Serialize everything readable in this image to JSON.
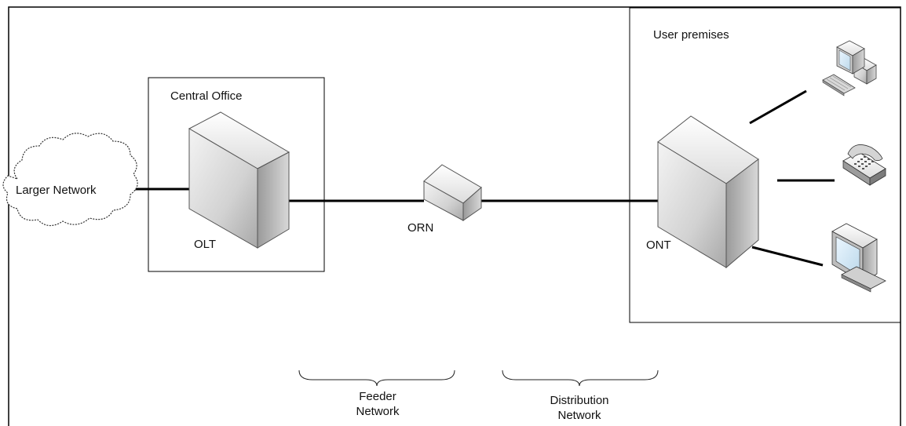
{
  "labels": {
    "larger_network": "Larger Network",
    "central_office": "Central Office",
    "olt": "OLT",
    "orn": "ORN",
    "ont": "ONT",
    "user_premises": "User premises",
    "feeder_network_line1": "Feeder",
    "feeder_network_line2": "Network",
    "distribution_network_line1": "Distribution",
    "distribution_network_line2": "Network"
  },
  "icons": {
    "cloud": "cloud-icon",
    "olt_box": "server-box-icon",
    "orn_box": "splitter-box-icon",
    "ont_box": "server-box-icon",
    "computer": "computer-icon",
    "telephone": "telephone-icon",
    "monitor": "monitor-icon"
  }
}
